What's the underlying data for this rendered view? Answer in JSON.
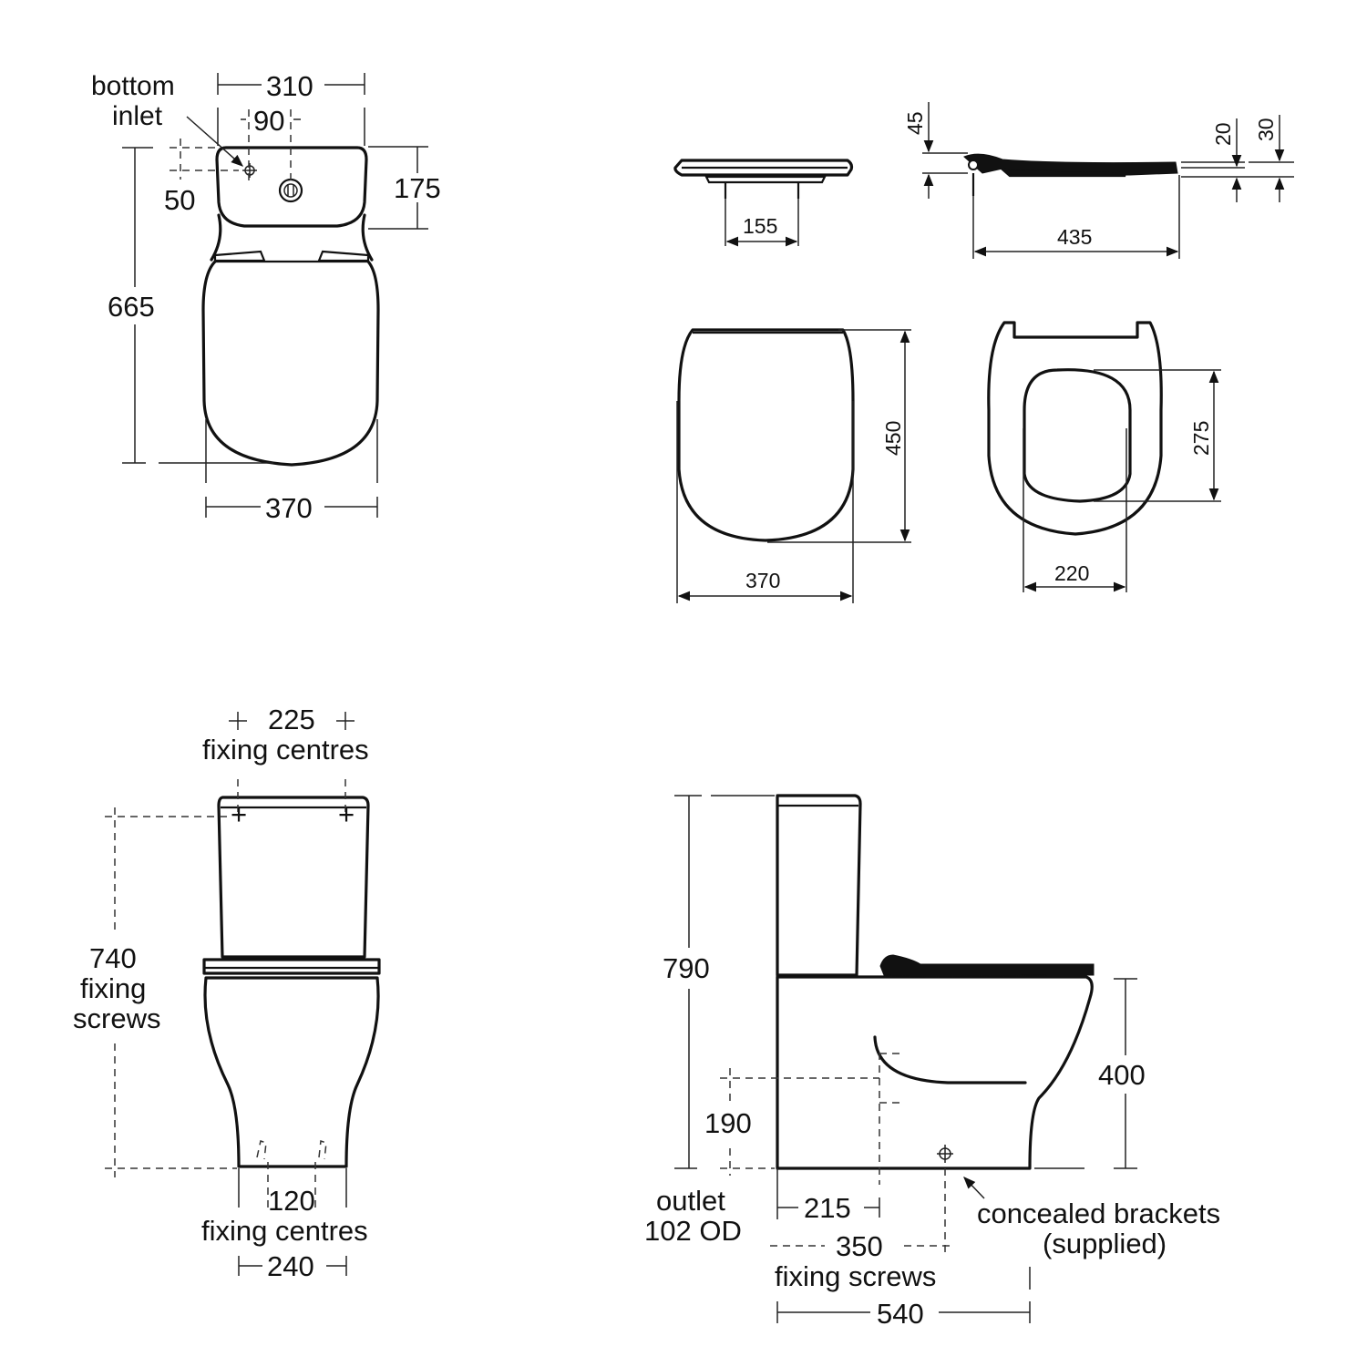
{
  "views": {
    "plan": {
      "width_cistern": "310",
      "inlet_offset": "90",
      "inlet_depth": "50",
      "cistern_depth": "175",
      "overall_length": "665",
      "pan_width": "370",
      "bottom_inlet_label_1": "bottom",
      "bottom_inlet_label_2": "inlet"
    },
    "seat_front": {
      "hinge_centres": "155"
    },
    "seat_side": {
      "height_hinge": "45",
      "thickness_front_seat": "20",
      "thickness_front_lid": "30",
      "length": "435"
    },
    "seat_lid_plan": {
      "length": "450",
      "width": "370"
    },
    "seat_ring_plan": {
      "aperture_length": "275",
      "aperture_width": "220"
    },
    "front_elevation": {
      "top_fixing_centres": "225",
      "top_fixing_label": "fixing centres",
      "screw_height": "740",
      "screw_label_1": "fixing",
      "screw_label_2": "screws",
      "bottom_fixing_centres": "120",
      "bottom_fixing_label": "fixing centres",
      "base_width": "240"
    },
    "side_elevation": {
      "overall_height": "790",
      "rim_height": "400",
      "outlet_height": "190",
      "outlet_label_1": "outlet",
      "outlet_label_2": "102 OD",
      "outlet_distance": "215",
      "screw_distance": "350",
      "screw_label": "fixing screws",
      "overall_projection": "540",
      "bracket_label_1": "concealed brackets",
      "bracket_label_2": "(supplied)"
    }
  }
}
